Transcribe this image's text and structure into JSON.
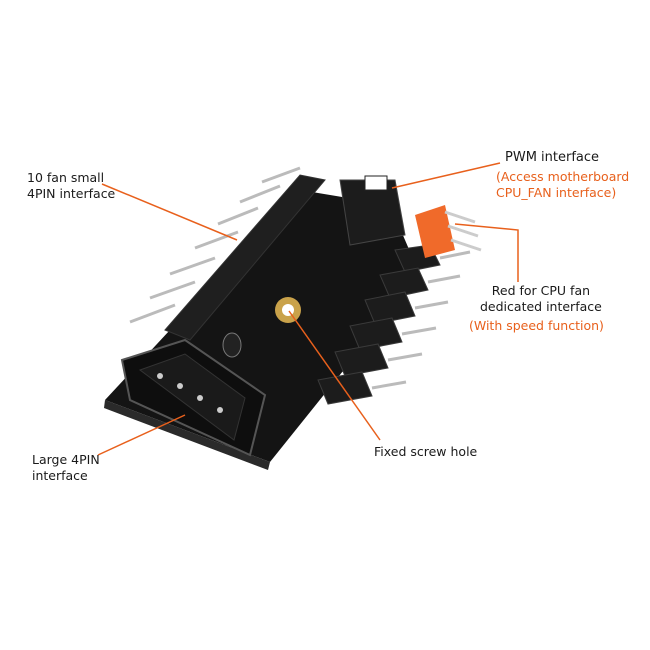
{
  "colors": {
    "accent": "#e8601c",
    "board": "#141414",
    "connector": "#1c1c1c",
    "cpu_connector": "#f06a2a",
    "screw_ring": "#c9a24a"
  },
  "labels": {
    "small_fan": {
      "line1": "10 fan small",
      "line2": "4PIN interface"
    },
    "pwm": {
      "title": "PWM interface",
      "sub1": "(Access motherboard",
      "sub2": "CPU_FAN interface)"
    },
    "cpu_fan": {
      "line1": "Red for CPU fan",
      "line2": "dedicated interface",
      "sub": "(With speed function)"
    },
    "screw": {
      "title": "Fixed screw hole"
    },
    "large": {
      "line1": "Large 4PIN",
      "line2": "interface"
    }
  }
}
